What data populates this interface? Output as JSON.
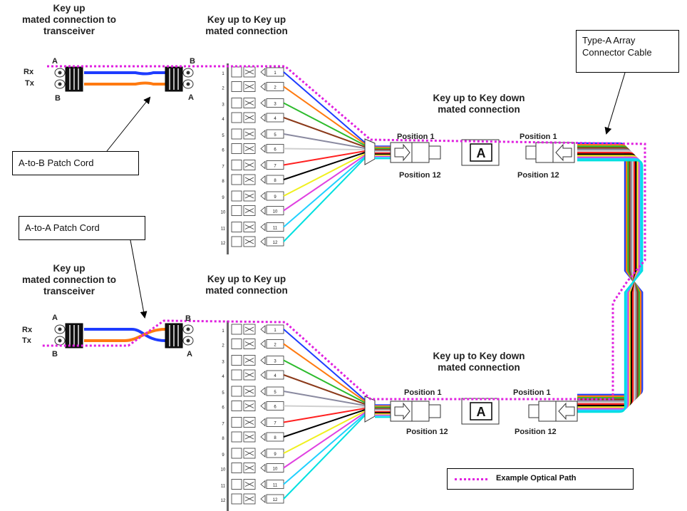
{
  "colors": {
    "optical_path": "#e020e0",
    "cable_bundle": [
      "#1e3cff",
      "#ff7a10",
      "#2dbb2d",
      "#8b3a1a",
      "#8a8aa0",
      "#ffffff",
      "#ff2020",
      "#000000",
      "#f0f020",
      "#e040e0",
      "#20d0ff",
      "#00e0e0"
    ]
  },
  "icons": [
    "patch-cord-connector-icon",
    "lc-duplex-icon",
    "mpo-connector-icon",
    "mpo-adapter-icon"
  ],
  "top": {
    "transceiver_title": "Key up\nmated connection to\ntransceiver",
    "keyup_title": "Key up to Key up\nmated connection",
    "keydown_title": "Key up to Key down\nmated connection",
    "rx": "Rx",
    "tx": "Tx",
    "end_a_left": "A",
    "end_b_left": "B",
    "end_b_right": "B",
    "end_a_right": "A",
    "position_1_left": "Position 1",
    "position_12_left": "Position 12",
    "position_1_right": "Position 1",
    "position_12_right": "Position 12",
    "adapter_key": "A"
  },
  "bottom": {
    "transceiver_title": "Key up\nmated connection to\ntransceiver",
    "keyup_title": "Key up to Key up\nmated connection",
    "keydown_title": "Key up to Key down\nmated connection",
    "rx": "Rx",
    "tx": "Tx",
    "end_a_left": "A",
    "end_b_left": "B",
    "end_b_right": "B",
    "end_a_right": "A",
    "position_1_left": "Position 1",
    "position_12_left": "Position 12",
    "position_1_right": "Position 1",
    "position_12_right": "Position 12",
    "adapter_key": "A"
  },
  "fiber_numbers": [
    "1",
    "2",
    "3",
    "4",
    "5",
    "6",
    "7",
    "8",
    "9",
    "10",
    "11",
    "12"
  ],
  "callouts": {
    "ab_patch": "A-to-B Patch Cord",
    "aa_patch": "A-to-A Patch Cord",
    "type_a_cable": "Type-A Array\nConnector Cable"
  },
  "legend": {
    "label": "Example Optical Path"
  }
}
